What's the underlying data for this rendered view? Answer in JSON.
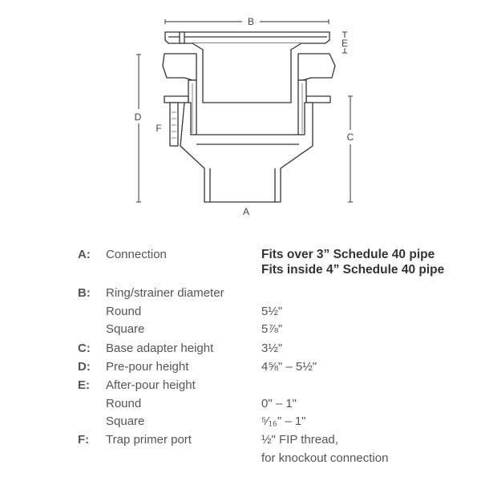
{
  "diagram": {
    "labels": {
      "a": "A",
      "b": "B",
      "c": "C",
      "d": "D",
      "e": "E",
      "f": "F"
    }
  },
  "specs": {
    "a": {
      "key": "A:",
      "desc": "Connection",
      "value1": "Fits over 3” Schedule 40 pipe",
      "value2": "Fits inside 4” Schedule 40 pipe"
    },
    "b": {
      "key": "B:",
      "desc": "Ring/strainer diameter",
      "round_label": "Round",
      "round_value": "5½\"",
      "square_label": "Square",
      "square_value": "5⅞\""
    },
    "c": {
      "key": "C:",
      "desc": "Base adapter height",
      "value": "3½\""
    },
    "d": {
      "key": "D:",
      "desc": "Pre-pour height",
      "value": "4⅝\" – 5½\""
    },
    "e": {
      "key": "E:",
      "desc": "After-pour height",
      "round_label": "Round",
      "round_value": "0\" – 1\"",
      "square_label": "Square",
      "square_value": "⁵⁄₁₆\" – 1\""
    },
    "f": {
      "key": "F:",
      "desc": "Trap primer port",
      "value1": "½\" FIP thread,",
      "value2": "for knockout connection"
    }
  }
}
